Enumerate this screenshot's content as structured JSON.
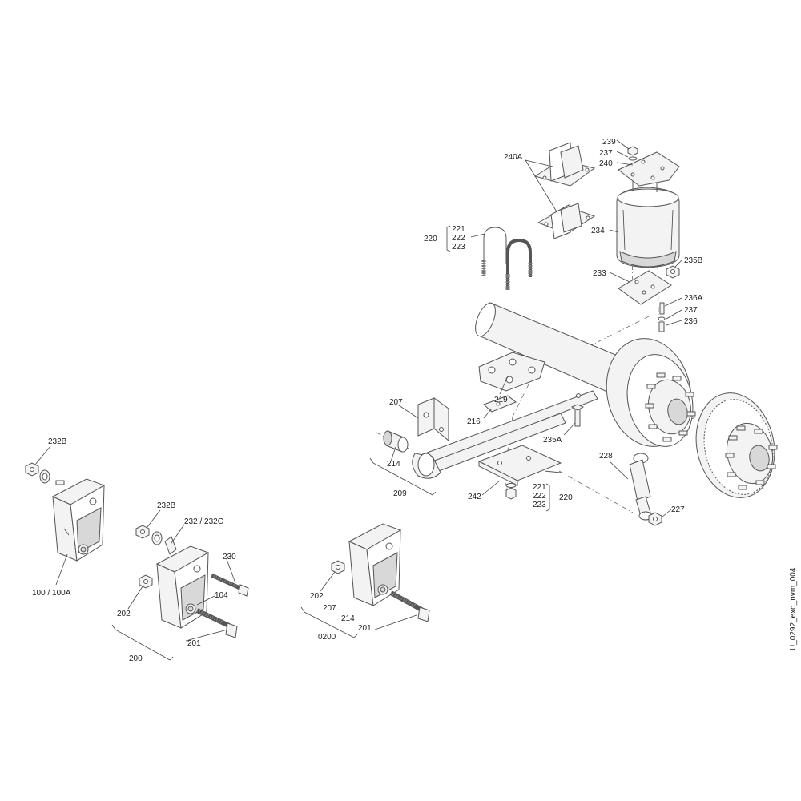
{
  "drawing_id": "U_0292_exd_nvm_004",
  "labels": {
    "l239": "239",
    "l237a": "237",
    "l240": "240",
    "l240A": "240A",
    "l220a": "220",
    "l221_222_223a": "221\n222\n223",
    "l234": "234",
    "l235B": "235B",
    "l233": "233",
    "l236A": "236A",
    "l237b": "237",
    "l236": "236",
    "l219": "219",
    "l207a": "207",
    "l216": "216",
    "l235A": "235A",
    "l228": "228",
    "l214a": "214",
    "l209": "209",
    "l221_222_223b": "221\n222\n223",
    "l220b": "220",
    "l242": "242",
    "l227": "227",
    "l232Ba": "232B",
    "l100_100A": "100 / 100A",
    "l232Bb": "232B",
    "l232_232C": "232 / 232C",
    "l230": "230",
    "l104": "104",
    "l202a": "202",
    "l201a": "201",
    "l200": "200",
    "l202b": "202",
    "l207b": "207",
    "l214b": "214",
    "l201b": "201",
    "l0200": "0200"
  },
  "colors": {
    "line": "#555555",
    "fill": "#f3f3f3",
    "shade": "#d8d8d8",
    "text": "#222222"
  }
}
